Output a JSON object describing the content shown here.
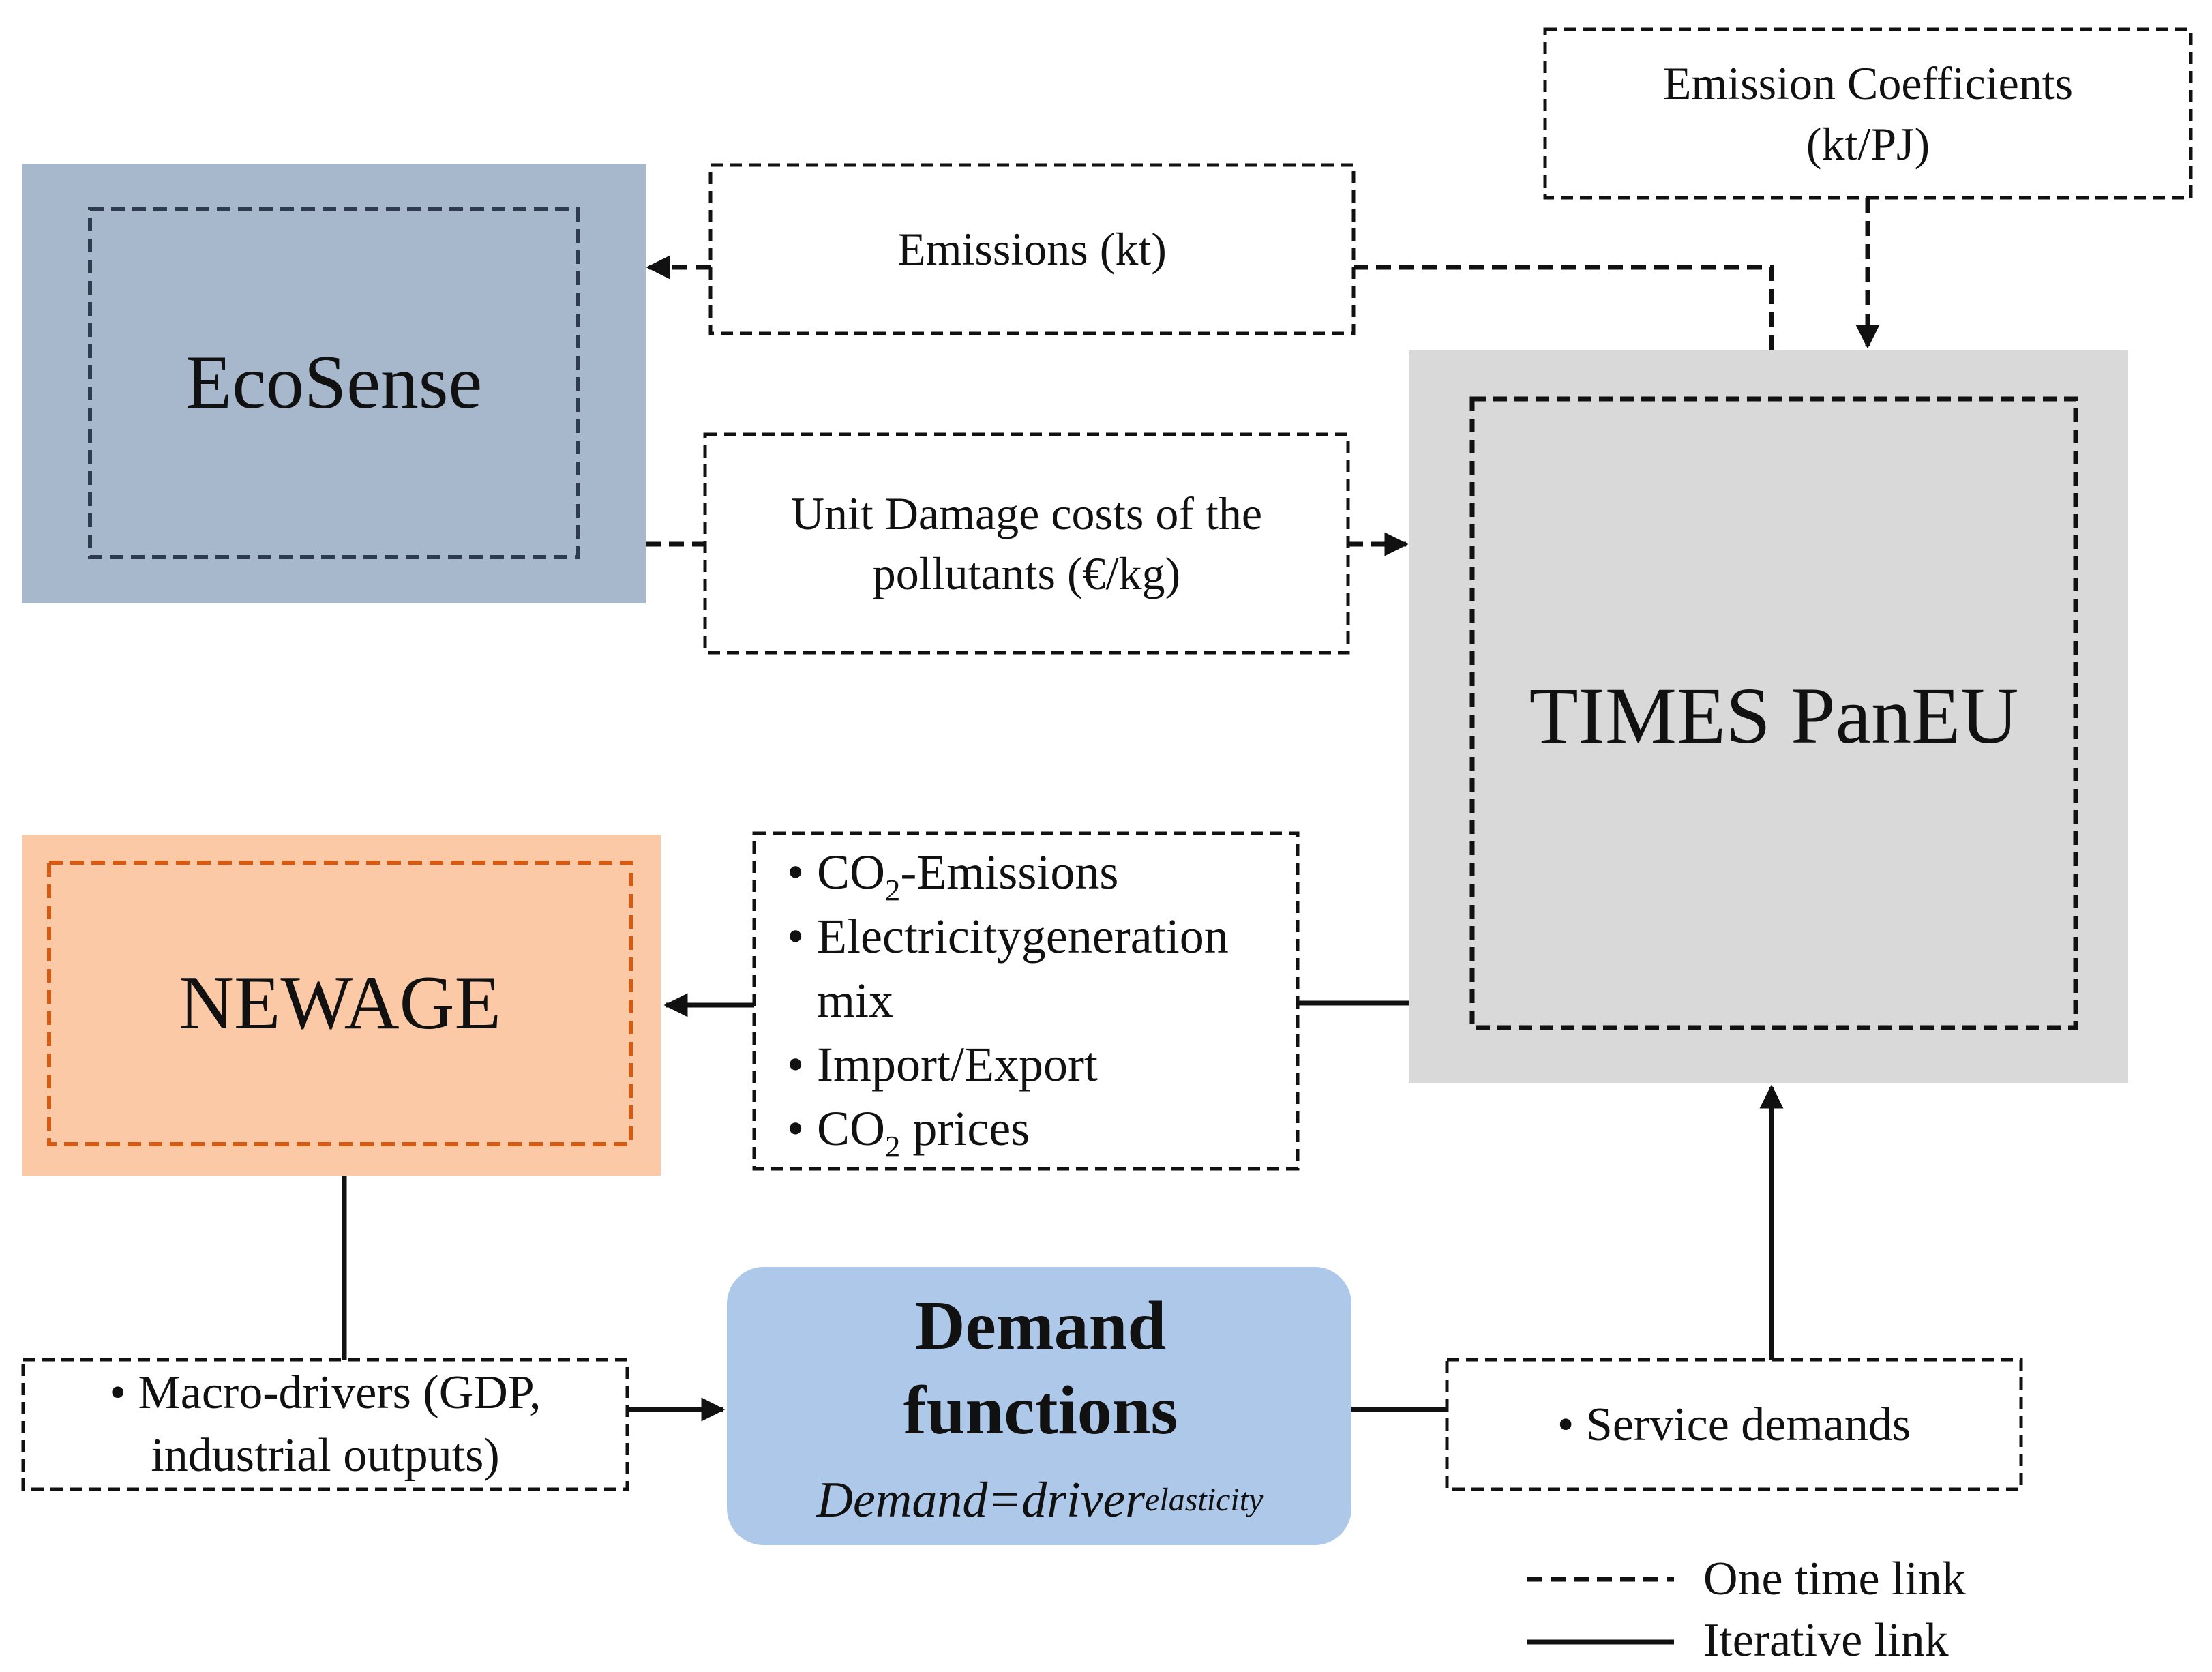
{
  "nodes": {
    "ecosense": {
      "title": "EcoSense"
    },
    "times": {
      "title": "TIMES PanEU"
    },
    "newage": {
      "title": "NEWAGE"
    },
    "demand": {
      "title": "Demand functions",
      "formula_base": "Demand=driver",
      "formula_exponent": "elasticity"
    },
    "emissions": {
      "label": "Emissions (kt)"
    },
    "emission_coefficients": {
      "line1": "Emission Coefficients",
      "line2": "(kt/PJ)"
    },
    "unit_damage": {
      "line1": "Unit Damage costs of the",
      "line2": "pollutants (€/kg)"
    },
    "times_outputs": {
      "co2_emissions_pre": "CO",
      "co2_emissions_sub": "2",
      "co2_emissions_post": "-Emissions",
      "electricity_line1": "Electricity",
      "electricity_line2": "generation mix",
      "import_export": "Import/Export",
      "co2_prices_pre": "CO",
      "co2_prices_sub": "2",
      "co2_prices_post": " prices"
    },
    "macro_drivers": {
      "line1": "Macro-drivers (GDP,",
      "line2": "industrial outputs)"
    },
    "service_demands": {
      "label": "Service demands"
    }
  },
  "legend": {
    "one_time": "One time link",
    "iterative": "Iterative link"
  },
  "colors": {
    "ecosense_fill": "#a7b8cd",
    "ecosense_border": "#2e3a4d",
    "times_fill": "#d9d9d9",
    "newage_fill": "#fcc9a7",
    "newage_border": "#d65a12",
    "demand_fill": "#aec8ea",
    "line": "#111111"
  }
}
